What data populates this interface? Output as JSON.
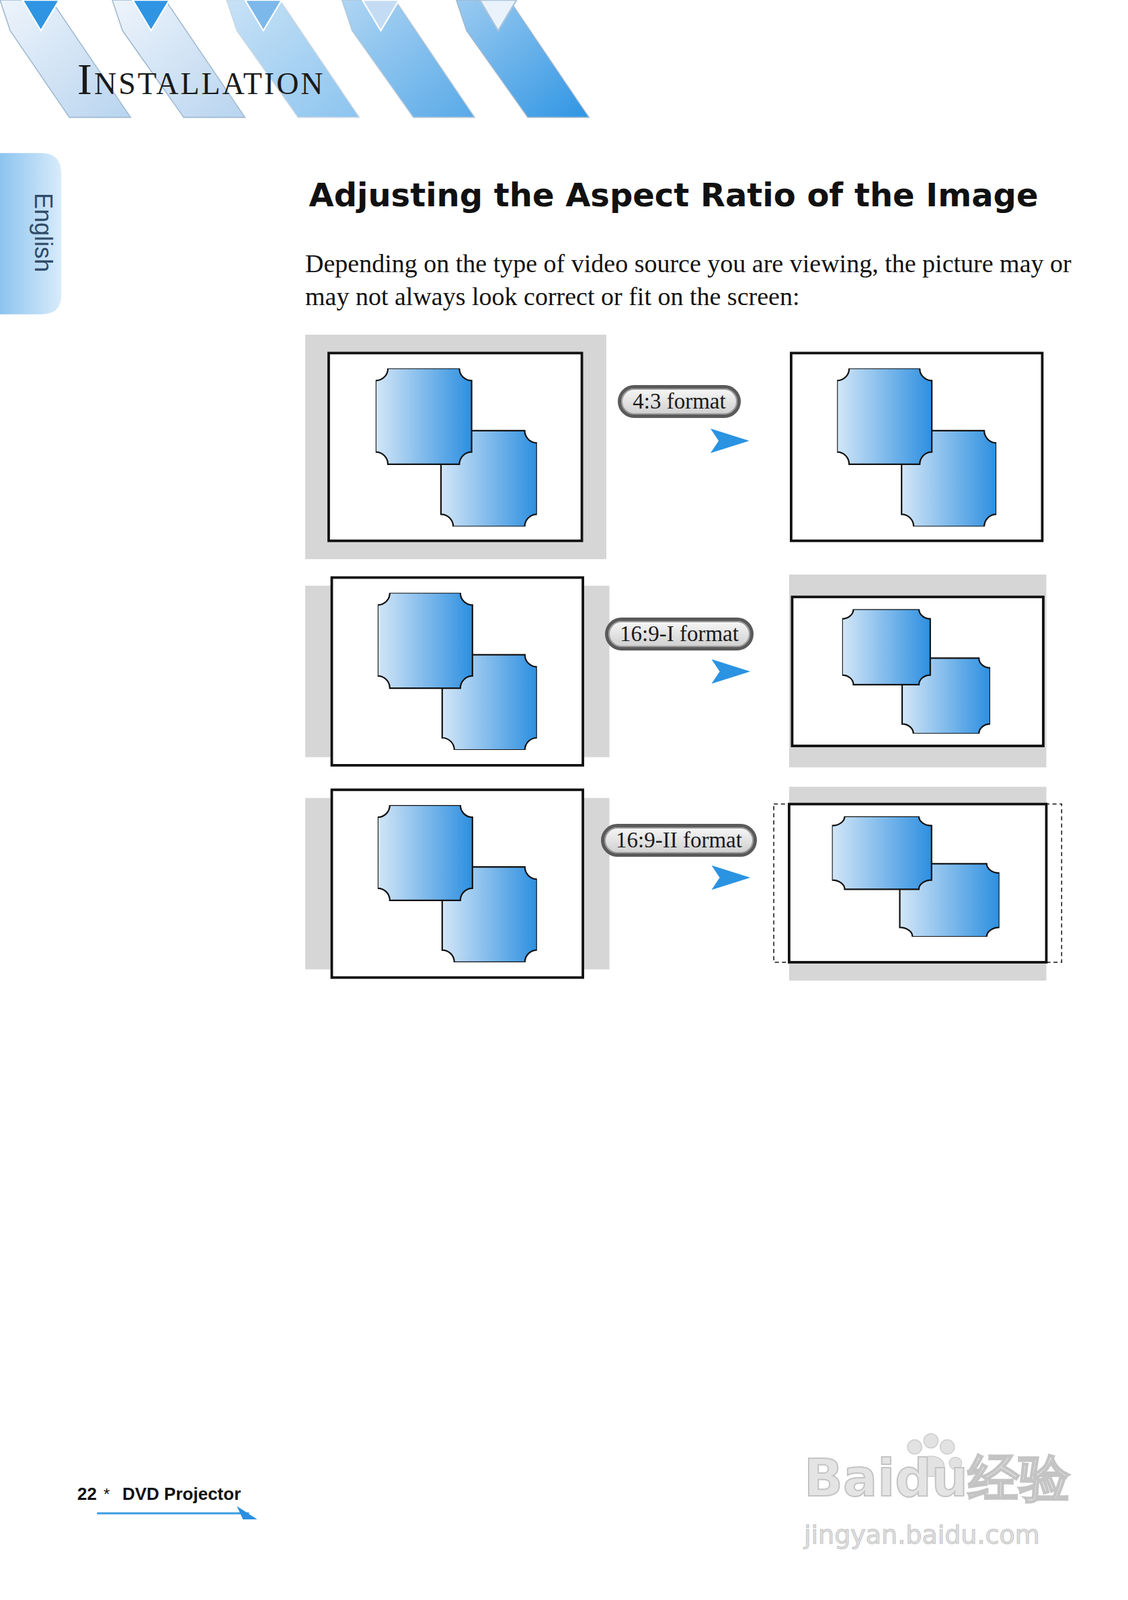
{
  "diagram": {
    "title": "Adjusting the Aspect Ratio of the Image",
    "nodes": [
      {
        "text": [
          "4:3 format"
        ]
      },
      {
        "text": [
          "16:9-I format"
        ]
      },
      {
        "text": [
          "16:9-II format"
        ]
      }
    ],
    "labels": [
      "Installation",
      "English",
      "Depending on the type of video source you are viewing, the picture may or may not always look correct or fit on the screen:",
      "22",
      "*",
      "DVD Projector",
      "Baidu经验",
      "jingyan.baidu.com"
    ]
  }
}
